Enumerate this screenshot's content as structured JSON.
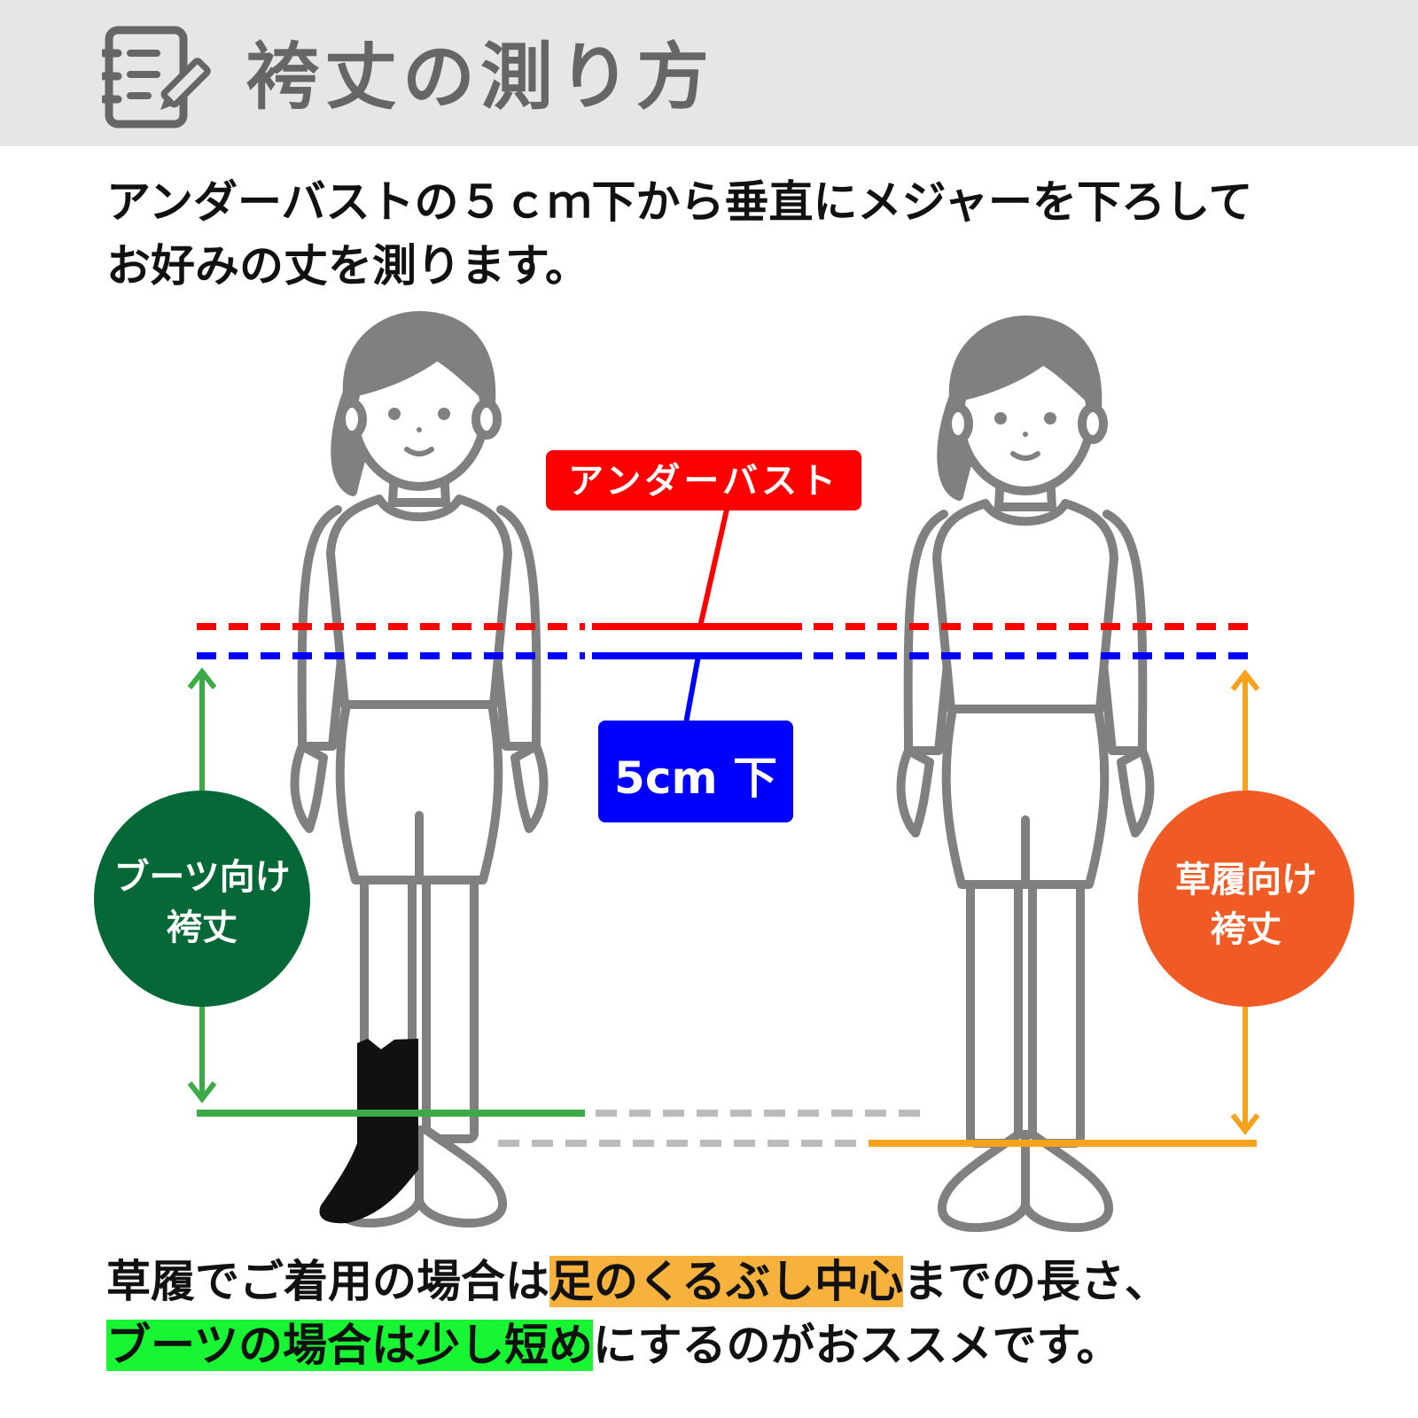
{
  "header": {
    "title": "袴丈の測り方",
    "background": "#e6e6e6",
    "icon": "memo-pencil-icon"
  },
  "intro": {
    "line1": "アンダーバストの５ｃｍ下から垂直にメジャーを下ろして",
    "line2": "お好みの丈を測ります。"
  },
  "diagram": {
    "underbust_label": "アンダーバスト",
    "underbust_color": "#ff0000",
    "fivecm_label": "5cm 下",
    "fivecm_color": "#0000ff",
    "boots_label_line1": "ブーツ向け",
    "boots_label_line2": "袴丈",
    "boots_color": "#066837",
    "boots_arrow_color": "#3daa48",
    "zori_label_line1": "草履向け",
    "zori_label_line2": "袴丈",
    "zori_color": "#f05a24",
    "zori_arrow_color": "#f7a21b",
    "figure_color": "#808080"
  },
  "bottom": {
    "line1_before": "草履でご着用の場合は",
    "line1_highlight": "足のくるぶし中心",
    "line1_after": "までの長さ、",
    "line2_highlight": "ブーツの場合は少し短め",
    "line2_after": "にするのがおススメです。",
    "highlight_orange": "#f7b13d",
    "highlight_green": "#18f532"
  }
}
